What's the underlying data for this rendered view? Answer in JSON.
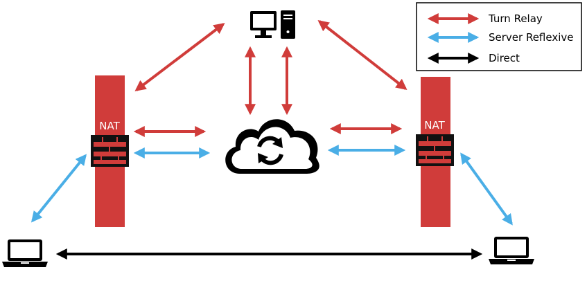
{
  "colors": {
    "relay": "#d03c3a",
    "reflexive": "#4aaee6",
    "direct": "#000000",
    "nat": "#d03c3a"
  },
  "nat": {
    "left_label": "NAT",
    "right_label": "NAT"
  },
  "legend": {
    "items": [
      {
        "label": "Turn Relay",
        "kind": "relay"
      },
      {
        "label": "Server Reflexive",
        "kind": "reflexive"
      },
      {
        "label": "Direct",
        "kind": "direct"
      }
    ]
  },
  "icons": {
    "server": "desktop-computer-icon",
    "cloud": "cloud-sync-icon",
    "left_client": "laptop-icon",
    "right_client": "laptop-icon",
    "firewall": "brick-wall-icon"
  }
}
